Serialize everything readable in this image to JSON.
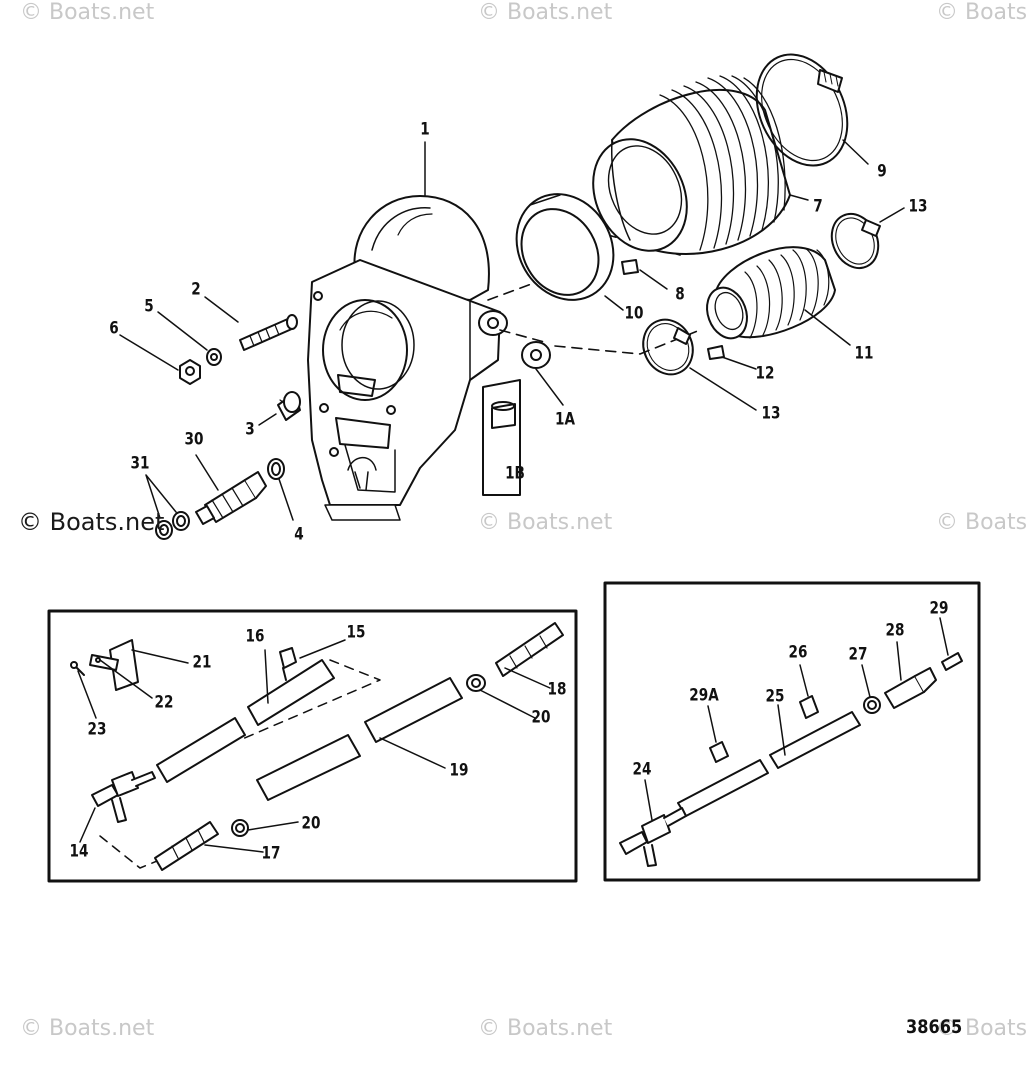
{
  "watermark": {
    "text": "© Boats.net"
  },
  "figure_number": "38665",
  "callouts": [
    {
      "id": "1",
      "label": "1"
    },
    {
      "id": "1A",
      "label": "1A"
    },
    {
      "id": "1B",
      "label": "1B"
    },
    {
      "id": "2",
      "label": "2"
    },
    {
      "id": "3",
      "label": "3"
    },
    {
      "id": "4",
      "label": "4"
    },
    {
      "id": "5",
      "label": "5"
    },
    {
      "id": "6",
      "label": "6"
    },
    {
      "id": "7",
      "label": "7"
    },
    {
      "id": "8",
      "label": "8"
    },
    {
      "id": "9",
      "label": "9"
    },
    {
      "id": "10",
      "label": "10"
    },
    {
      "id": "11",
      "label": "11"
    },
    {
      "id": "12",
      "label": "12"
    },
    {
      "id": "13a",
      "label": "13"
    },
    {
      "id": "13b",
      "label": "13"
    },
    {
      "id": "14",
      "label": "14"
    },
    {
      "id": "15",
      "label": "15"
    },
    {
      "id": "16",
      "label": "16"
    },
    {
      "id": "17",
      "label": "17"
    },
    {
      "id": "18",
      "label": "18"
    },
    {
      "id": "19",
      "label": "19"
    },
    {
      "id": "20a",
      "label": "20"
    },
    {
      "id": "20b",
      "label": "20"
    },
    {
      "id": "21",
      "label": "21"
    },
    {
      "id": "22",
      "label": "22"
    },
    {
      "id": "23",
      "label": "23"
    },
    {
      "id": "24",
      "label": "24"
    },
    {
      "id": "25",
      "label": "25"
    },
    {
      "id": "26",
      "label": "26"
    },
    {
      "id": "27",
      "label": "27"
    },
    {
      "id": "28",
      "label": "28"
    },
    {
      "id": "29",
      "label": "29"
    },
    {
      "id": "29A",
      "label": "29A"
    },
    {
      "id": "30",
      "label": "30"
    },
    {
      "id": "31",
      "label": "31"
    }
  ]
}
